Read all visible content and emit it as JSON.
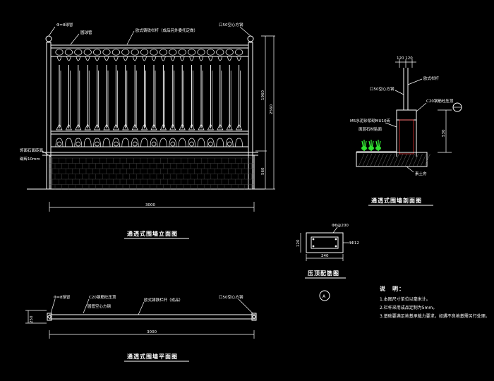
{
  "elevation": {
    "title": "通透式围墙立面图",
    "labels": {
      "cap_ball": "Φ=8球冒",
      "ring_ornament": "圆球管",
      "fence_bar": "欧式铸铁栏杆（成品另外委托定做）",
      "square_post": "口50空心方钢",
      "stone_face": "饰面石面砖面",
      "stone_face_2": "磁砖10mm"
    },
    "dims": {
      "width": "3000",
      "h_upper": "1960",
      "h_total": "2560",
      "h_base": "560"
    }
  },
  "plan": {
    "title": "通透式围墙平面图",
    "labels": {
      "cap_ball": "Φ=8球冒",
      "post_base": "C20钢筋砼压顶",
      "square_pipe": "圆管空心方钢",
      "bar": "欧式铸铁栏杆（成品）",
      "square_post": "口50空心方钢"
    },
    "dims": {
      "width": "3000",
      "depth": "250"
    }
  },
  "section": {
    "title": "通透式围墙剖面图",
    "labels": {
      "top_dim": "120 120",
      "bar": "欧式栏杆",
      "post": "口50空心方钢",
      "cap": "C20钢筋砼压顶",
      "plant": "M5水泥砂浆砌MU10砖",
      "plant2": "面层石材贴面",
      "soil": "素土夯",
      "height": "530"
    }
  },
  "detail": {
    "title": "压顶配筋图",
    "marker": "A",
    "labels": {
      "top": "Φ6@200",
      "side": "4Φ12",
      "width": "240",
      "height": "120"
    }
  },
  "notes": {
    "heading": "说　明：",
    "items": [
      "1.本图尺寸单位以毫米计。",
      "2.栏杆采用成品定制为5mm。",
      "3.基础要满足地基承载力要求，如遇不良地基需另行处理。"
    ]
  }
}
